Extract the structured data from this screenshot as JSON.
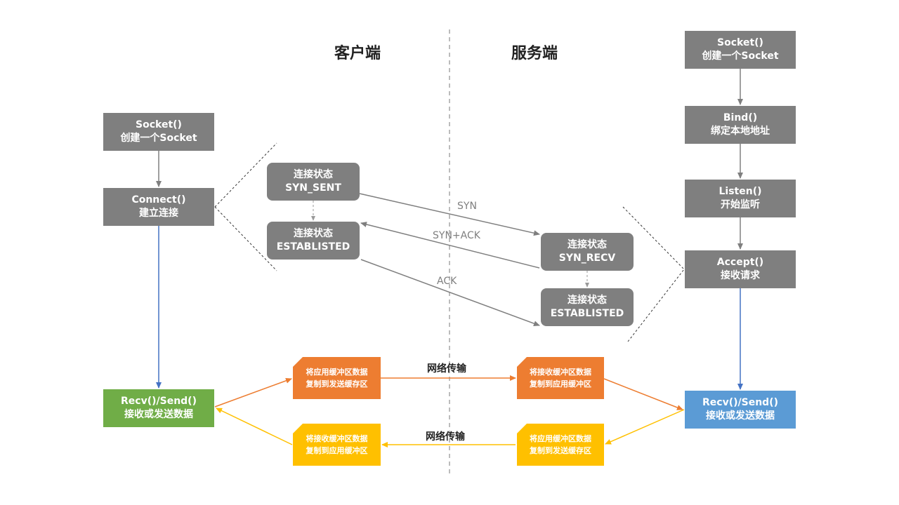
{
  "headers": {
    "client": "客户端",
    "server": "服务端"
  },
  "client": {
    "socket": {
      "title": "Socket()",
      "desc": "创建一个Socket"
    },
    "connect": {
      "title": "Connect()",
      "desc": "建立连接"
    },
    "recv_send": {
      "title": "Recv()/Send()",
      "desc": "接收或发送数据"
    }
  },
  "server": {
    "socket": {
      "title": "Socket()",
      "desc": "创建一个Socket"
    },
    "bind": {
      "title": "Bind()",
      "desc": "绑定本地地址"
    },
    "listen": {
      "title": "Listen()",
      "desc": "开始监听"
    },
    "accept": {
      "title": "Accept()",
      "desc": "接收请求"
    },
    "recv_send": {
      "title": "Recv()/Send()",
      "desc": "接收或发送数据"
    }
  },
  "handshake": {
    "client_syn_sent": {
      "line1": "连接状态",
      "line2": "SYN_SENT"
    },
    "client_established": {
      "line1": "连接状态",
      "line2": "ESTABLISTED"
    },
    "server_syn_recv": {
      "line1": "连接状态",
      "line2": "SYN_RECV"
    },
    "server_established": {
      "line1": "连接状态",
      "line2": "ESTABLISTED"
    },
    "syn": "SYN",
    "syn_ack": "SYN+ACK",
    "ack": "ACK"
  },
  "transfer": {
    "network_label_top": "网络传输",
    "network_label_bottom": "网络传输",
    "client_send_buf": {
      "line1": "将应用缓冲区数据",
      "line2": "复制到发送缓存区"
    },
    "server_recv_buf": {
      "line1": "将接收缓冲区数据",
      "line2": "复制到应用缓冲区"
    },
    "server_send_buf": {
      "line1": "将应用缓冲区数据",
      "line2": "复制到发送缓存区"
    },
    "client_recv_buf": {
      "line1": "将接收缓冲区数据",
      "line2": "复制到应用缓冲区"
    }
  },
  "colors": {
    "gray_node": "#7f7f7f",
    "orange": "#ed7d31",
    "yellow": "#ffc000",
    "green": "#70ad47",
    "blue": "#5b9bd5",
    "arrow_blue": "#4472c4"
  }
}
